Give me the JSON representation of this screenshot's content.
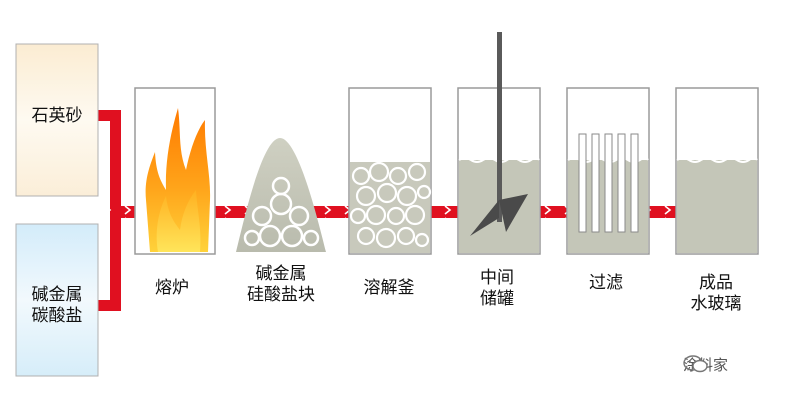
{
  "raw_materials": {
    "quartz_sand": "石英砂",
    "alkali_carbonate": [
      "碱金属",
      "碳酸盐"
    ]
  },
  "stages": {
    "furnace": [
      "熔炉"
    ],
    "silicate_lump": [
      "碱金属",
      "硅酸盐块"
    ],
    "dissolver": [
      "溶解釜"
    ],
    "storage_tank": [
      "中间",
      "储罐"
    ],
    "filter": [
      "过滤"
    ],
    "product": [
      "成品",
      "水玻璃"
    ]
  },
  "watermark": "涂料家",
  "icons": {
    "watermark_logo": "chat-bubble-icon"
  },
  "colors": {
    "pipe": "#e01020",
    "liquid": "#c4c6b8",
    "sand_fill": "#fdf4e2",
    "carbonate_fill": "#dff1fb"
  }
}
